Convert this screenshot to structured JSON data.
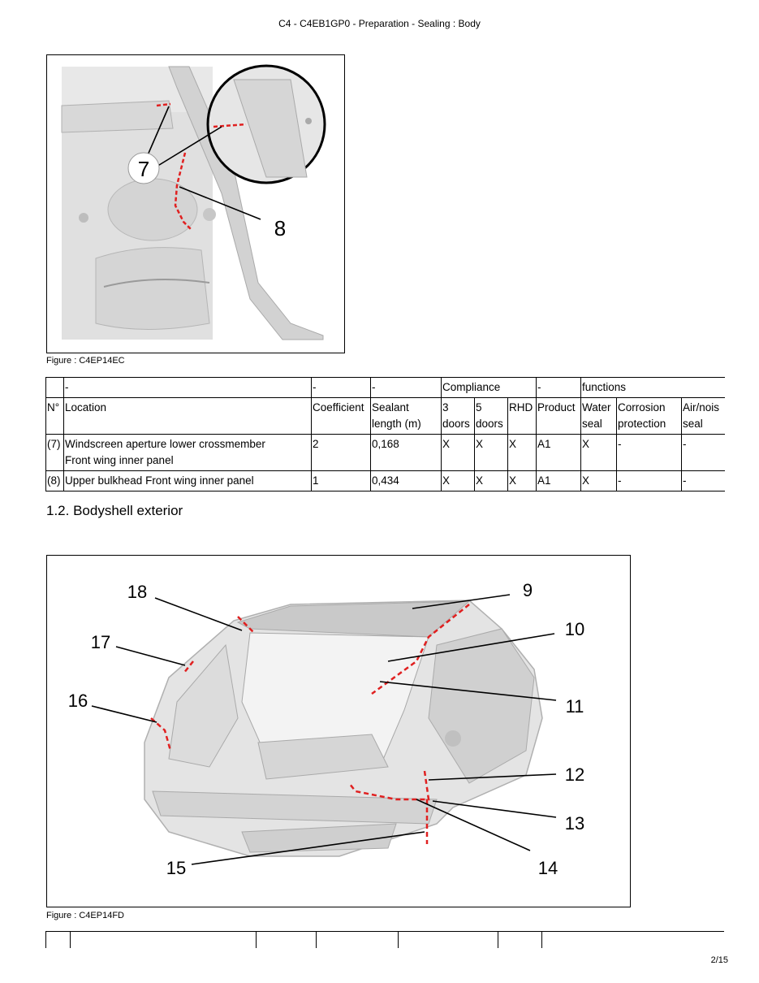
{
  "header": {
    "title": "C4 - C4EB1GP0 - Preparation - Sealing : Body"
  },
  "figure1": {
    "caption": "Figure : C4EP14EC",
    "callouts": [
      "7",
      "8"
    ]
  },
  "table": {
    "group_row": [
      "-",
      "-",
      "-",
      "Compliance",
      "-",
      "functions"
    ],
    "headers": {
      "num": "N°",
      "location": "Location",
      "coefficient": "Coefficient",
      "sealant_1": "Sealant",
      "sealant_2": "length (m)",
      "doors3_1": "3",
      "doors3_2": "doors",
      "doors5_1": "5",
      "doors5_2": "doors",
      "rhd": "RHD",
      "product": "Product",
      "water_1": "Water",
      "water_2": "seal",
      "corrosion_1": "Corrosion",
      "corrosion_2": "protection",
      "airnoise_1": "Air/nois",
      "airnoise_2": "seal"
    },
    "rows": [
      {
        "num": "(7)",
        "location_1": "Windscreen aperture lower crossmember",
        "location_2": "Front wing inner panel",
        "coefficient": "2",
        "length": "0,168",
        "doors3": "X",
        "doors5": "X",
        "rhd": "X",
        "product": "A1",
        "water": "X",
        "corrosion": "-",
        "airnoise": "-"
      },
      {
        "num": "(8)",
        "location_1": "Upper bulkhead Front wing inner panel",
        "location_2": "",
        "coefficient": "1",
        "length": "0,434",
        "doors3": "X",
        "doors5": "X",
        "rhd": "X",
        "product": "A1",
        "water": "X",
        "corrosion": "-",
        "airnoise": "-"
      }
    ]
  },
  "section": {
    "title": "1.2. Bodyshell exterior"
  },
  "figure2": {
    "caption": "Figure : C4EP14FD",
    "callouts": [
      "9",
      "10",
      "11",
      "12",
      "13",
      "14",
      "15",
      "16",
      "17",
      "18"
    ]
  },
  "footer": {
    "page": "2/15"
  },
  "colors": {
    "sealant_line": "#e02020",
    "body_grey": "#d9d9d9"
  }
}
